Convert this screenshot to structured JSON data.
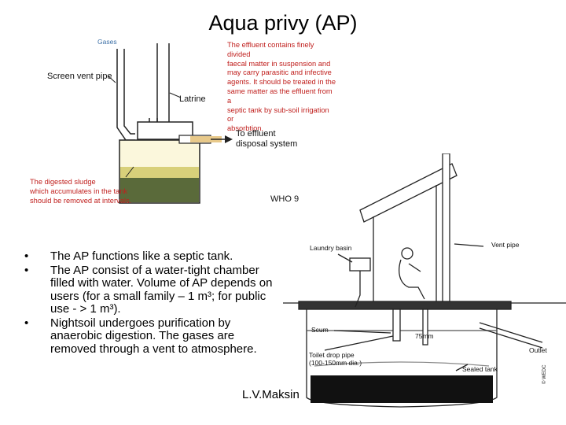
{
  "title": "Aqua privy (AP)",
  "top_diagram": {
    "gases": "Gases",
    "screen_vent_pipe": "Screen vent pipe",
    "latrine": "Latrine",
    "effluent_note": [
      "The effluent contains finely divided",
      "faecal matter in suspension and",
      "may carry parasitic and infective",
      "agents. It should be treated in the",
      "same matter as the effluent from a",
      "septic tank by sub-soil irrigation or",
      "absorbtion."
    ],
    "to_effluent": [
      "To effluent",
      "disposal system"
    ],
    "sludge_note": [
      "The digested sludge",
      "which accumulates in the tank",
      "should be removed at intervals."
    ],
    "source": "WHO 9"
  },
  "bottom_diagram": {
    "laundry_basin": "Laundry basin",
    "vent_pipe": "Vent pipe",
    "scum": "Scum",
    "depth": "75mm",
    "outlet": "Outlet",
    "drop_pipe": [
      "Toilet drop pipe",
      "(100-150mm dia.)"
    ],
    "sealed_tank": "Sealed tank",
    "credit": "© WEDC"
  },
  "bullets": [
    {
      "marker": "•",
      "text": "The AP functions like a septic tank."
    },
    {
      "marker": "•",
      "text": "The AP consist of a water-tight chamber filled with water. Volume of AP depends on users (for a small family – 1 m³; for public use - > 1 m³)."
    },
    {
      "marker": "•",
      "text": "Nightsoil undergoes purification by anaerobic digestion. The gases are removed through a vent to atmosphere."
    }
  ],
  "footer": "L.V.Maksin"
}
